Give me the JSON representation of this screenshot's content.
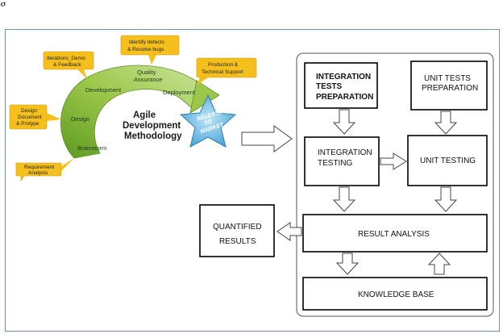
{
  "page_top_text": "g",
  "agile": {
    "title_lines": [
      "Agile",
      "Development",
      "Methodology"
    ],
    "segments": [
      "Brainstorm",
      "Design",
      "Development",
      "Quality",
      "Assurance",
      "Deployment"
    ],
    "callouts": [
      [
        "Requirement",
        "Analysis"
      ],
      [
        "Design",
        "Document",
        "& Protype"
      ],
      [
        "Iterations_Demo",
        "& Feedback"
      ],
      [
        "Identify defects",
        "& Resolve bugs"
      ],
      [
        "Production &",
        "Technical Support"
      ]
    ],
    "star_lines": [
      "RELEASE",
      "TO",
      "MARKET"
    ]
  },
  "flow": {
    "integration_prep": [
      "INTEGRATION",
      "TESTS",
      "PREPARATION"
    ],
    "unit_prep": [
      "UNIT TESTS",
      "PREPARATION"
    ],
    "integration_testing": [
      "INTEGRATION",
      "TESTING"
    ],
    "unit_testing": "UNIT TESTING",
    "result_analysis": "RESULT ANALYSIS",
    "quantified_results": [
      "QUANTIFIED",
      "RESULTS"
    ],
    "knowledge_base": "KNOWLEDGE BASE"
  },
  "colors": {
    "arc_light": "#cfe6a0",
    "arc_dark": "#6fa52a",
    "callout": "#f5c01c",
    "star": "#7fc6e8",
    "frame_border": "#6f8fb0"
  }
}
